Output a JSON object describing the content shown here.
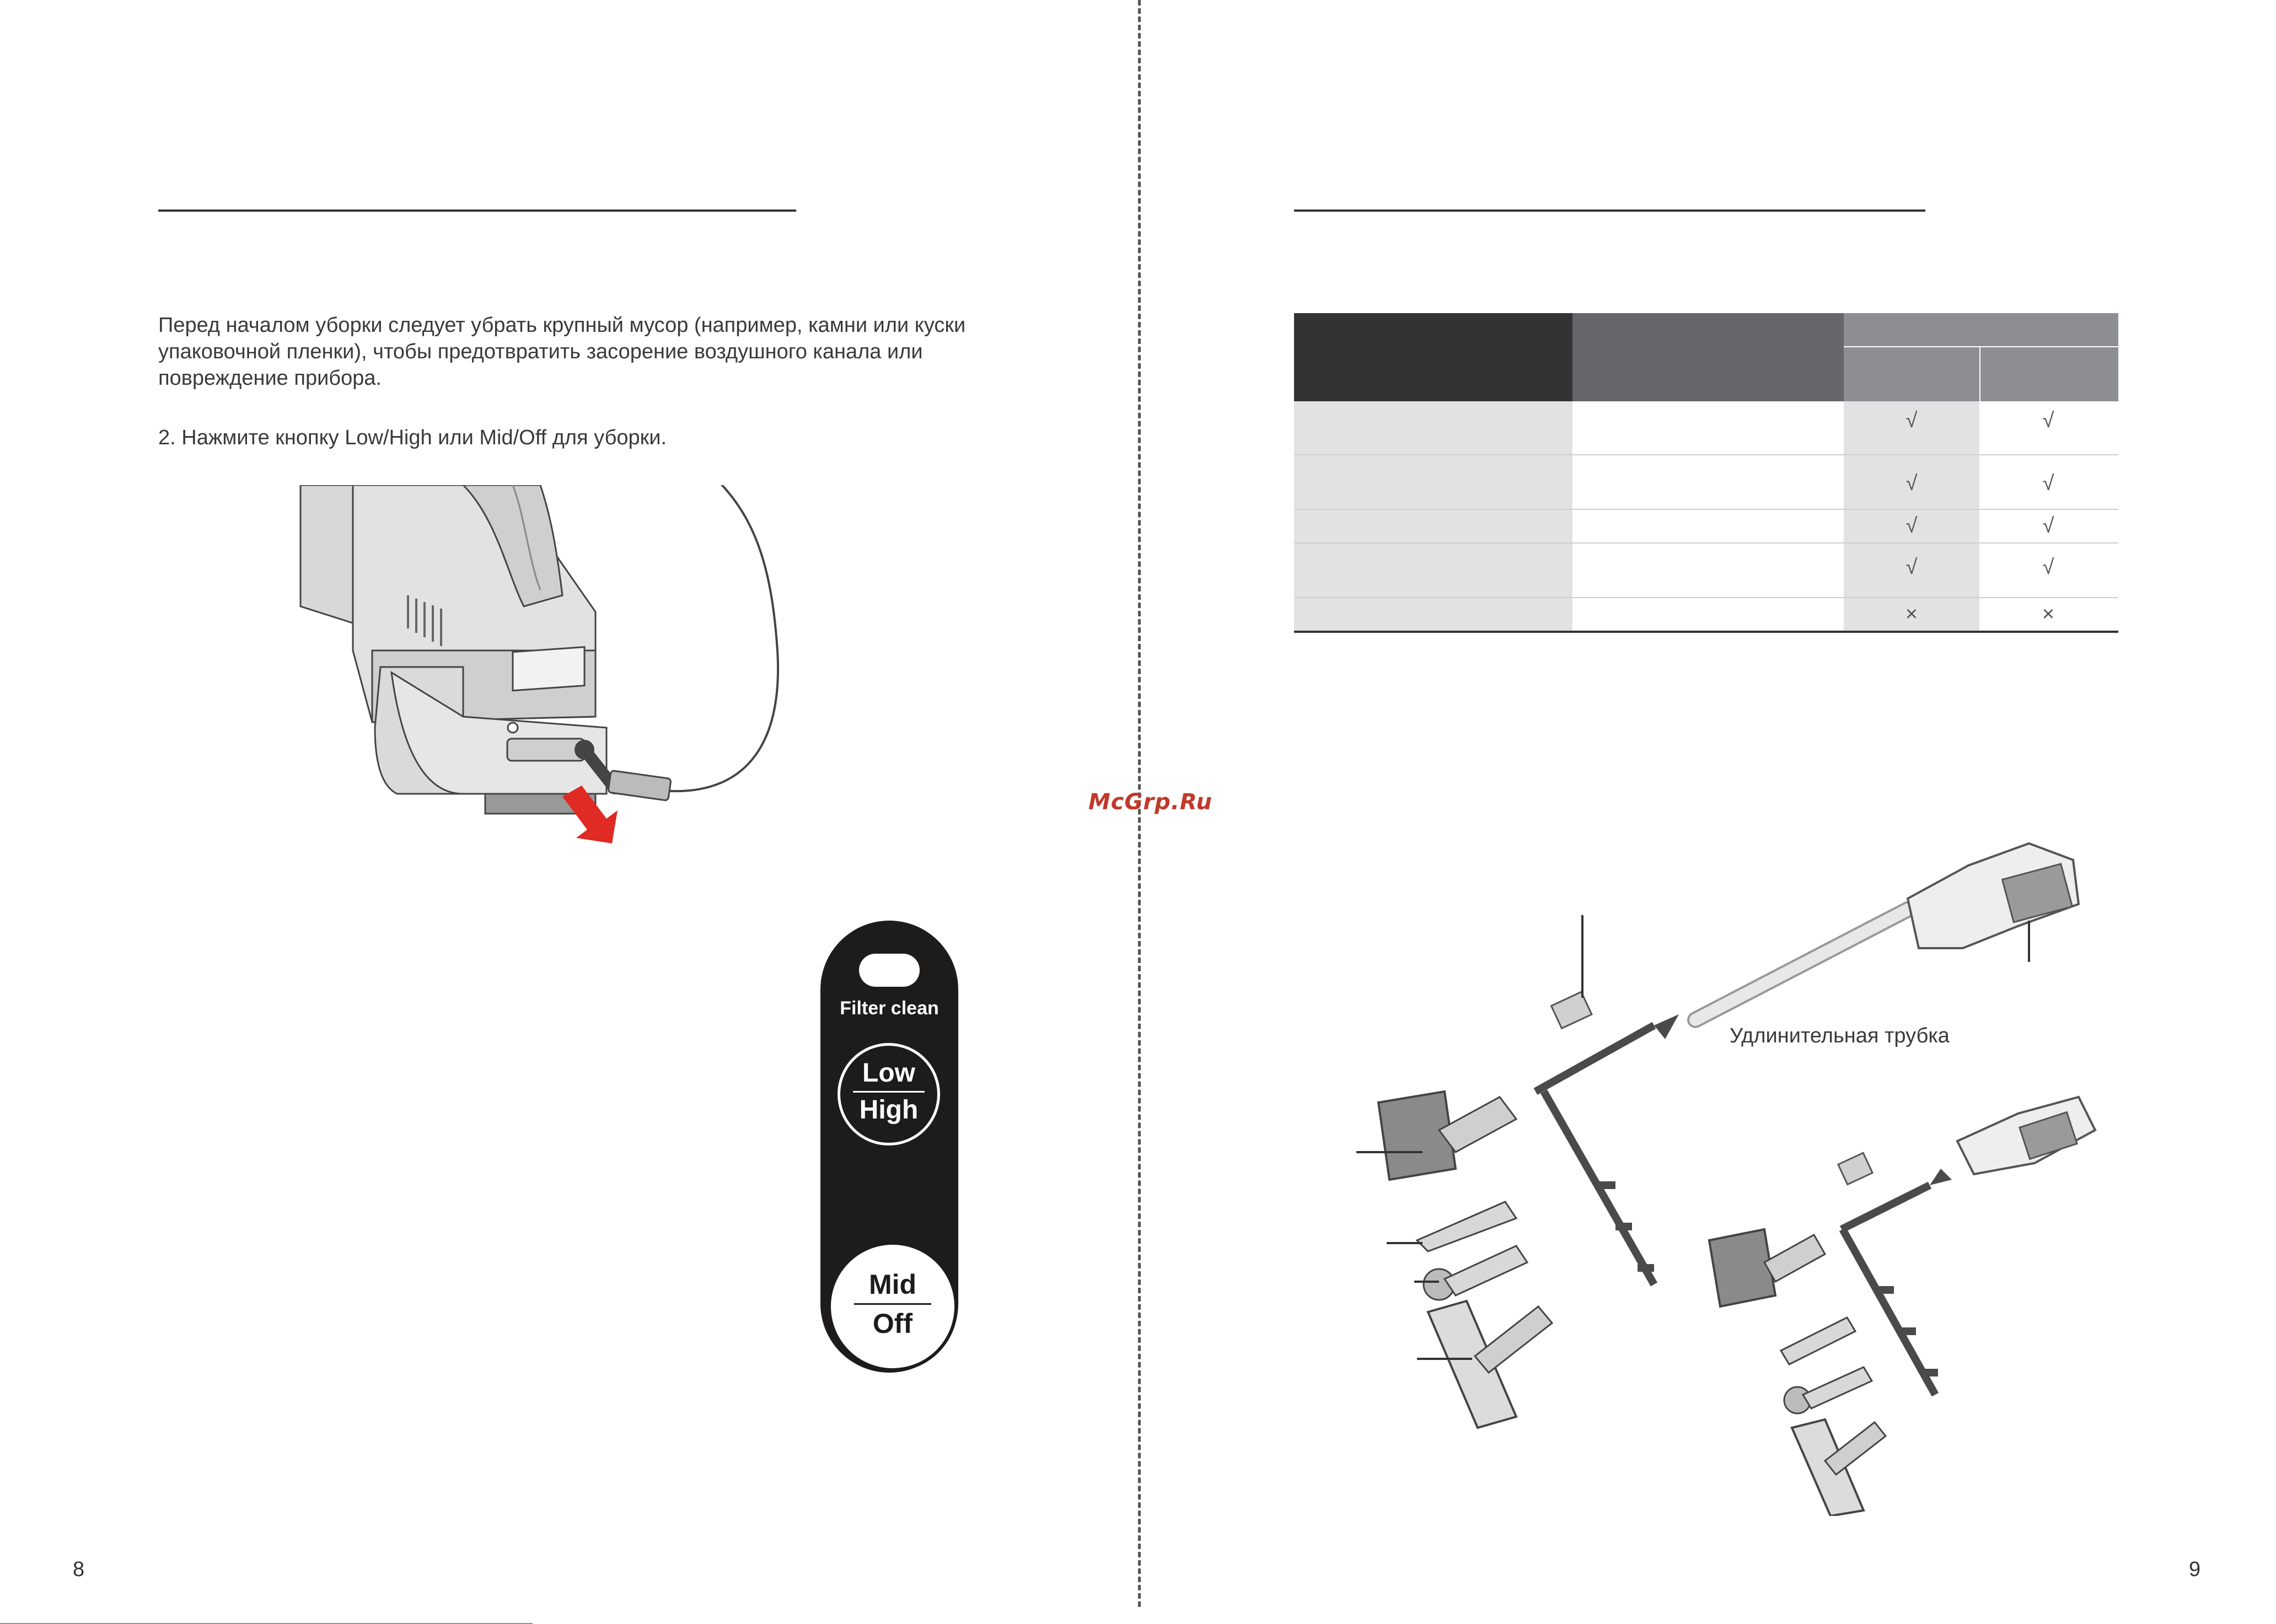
{
  "left_page": {
    "intro_text": "Перед началом уборки следует убрать крупный мусор (например, камни или куски упаковочной пленки), чтобы предотвратить засорение воздушного канала или повреждение прибора.",
    "step_2": "2.  Нажмите кнопку Low/High или Mid/Off для уборки.",
    "control_panel": {
      "filter_label": "Filter clean",
      "button_1_top": "Low",
      "button_1_bottom": "High",
      "button_2_top": "Mid",
      "button_2_bottom": "Off"
    },
    "page_number": "8"
  },
  "right_page": {
    "table": {
      "rows": [
        {
          "col1": "",
          "col2": "",
          "a": "√",
          "b": "√"
        },
        {
          "col1": "",
          "col2": "",
          "a": "√",
          "b": "√"
        },
        {
          "col1": "",
          "col2": "",
          "a": "√",
          "b": "√"
        },
        {
          "col1": "",
          "col2": "",
          "a": "√",
          "b": "√"
        },
        {
          "col1": "",
          "col2": "",
          "a": "×",
          "b": "×"
        }
      ]
    },
    "diagram_caption": "Удлинительная трубка",
    "page_number": "9"
  },
  "watermark": "McGrp.Ru",
  "colors": {
    "header_dark": "#333335",
    "header_mid": "#64666b",
    "header_light": "#8c8e93",
    "row_grey": "#e3e2e3",
    "panel_black": "#1e1b1b",
    "arrow_red": "#e02a24"
  }
}
